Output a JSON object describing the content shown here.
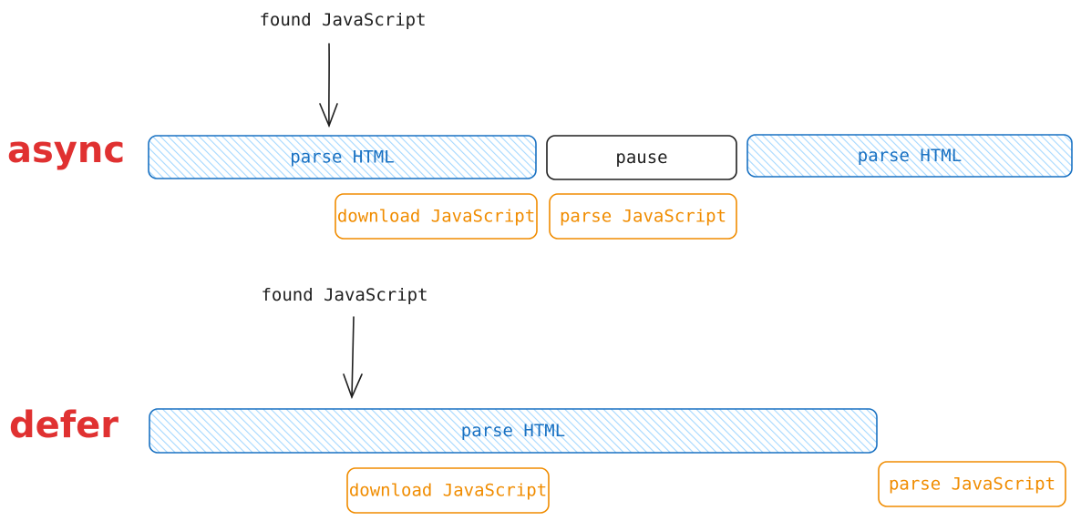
{
  "colors": {
    "html_stroke": "#1971c2",
    "html_fill": "#a5d8ff",
    "js_stroke": "#f08c00",
    "pause_stroke": "#1e1e1e",
    "mode_label": "#e03131",
    "annotation": "#1e1e1e"
  },
  "async": {
    "mode_label": "async",
    "found_label": "found JavaScript",
    "parse_html_1": "parse HTML",
    "pause": "pause",
    "parse_html_2": "parse HTML",
    "download_js": "download JavaScript",
    "parse_js": "parse JavaScript"
  },
  "defer": {
    "mode_label": "defer",
    "found_label": "found JavaScript",
    "parse_html": "parse HTML",
    "download_js": "download JavaScript",
    "parse_js": "parse JavaScript"
  }
}
